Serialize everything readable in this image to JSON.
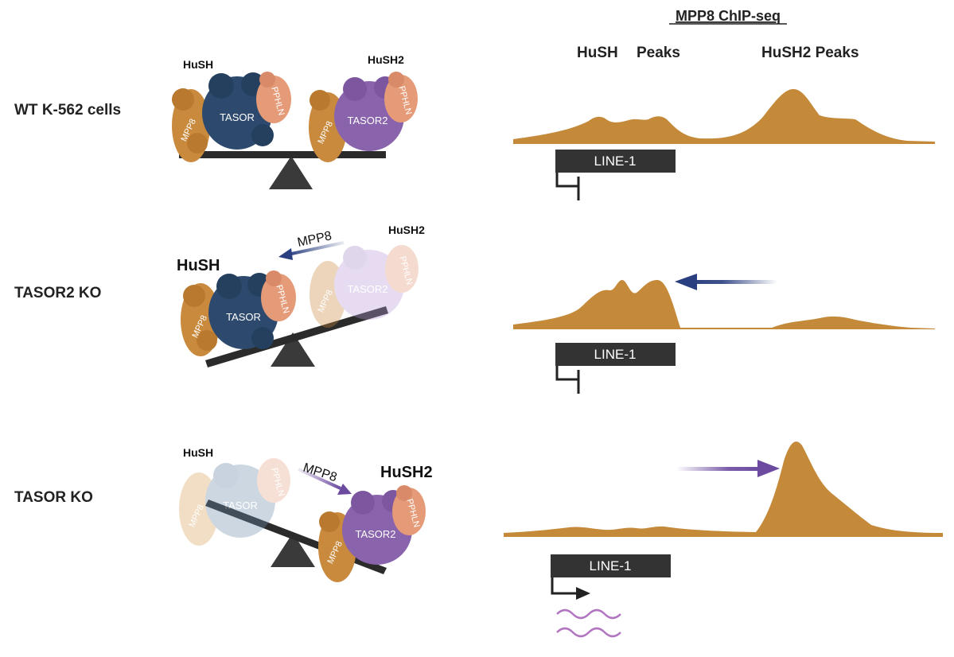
{
  "title": "MPP8 ChIP-seq",
  "peak_labels": {
    "hush": "HuSH",
    "peaks": "Peaks",
    "hush2": "HuSH2 Peaks"
  },
  "rows": [
    {
      "label": "WT K-562 cells",
      "left_complex": "HuSH",
      "right_complex": "HuSH2",
      "arrow_label": ""
    },
    {
      "label": "TASOR2 KO",
      "left_complex": "HuSH",
      "right_complex": "HuSH2",
      "arrow_label": "MPP8"
    },
    {
      "label": "TASOR KO",
      "left_complex": "HuSH",
      "right_complex": "HuSH2",
      "arrow_label": "MPP8"
    }
  ],
  "proteins": {
    "mpp8": "MPP8",
    "tasor": "TASOR",
    "tasor2": "TASOR2",
    "pphln": "PPHLN"
  },
  "element": "LINE-1",
  "colors": {
    "track": "#c48a3a",
    "mpp8": "#c98a3e",
    "tasor": "#2d4a6e",
    "tasor2": "#8a63ad",
    "pphln": "#e59a78",
    "seesaw": "#2b2b2b",
    "arrow_blue": "#2a3f7f",
    "arrow_purple": "#6b4aa0",
    "transcript": "#b275c0"
  }
}
